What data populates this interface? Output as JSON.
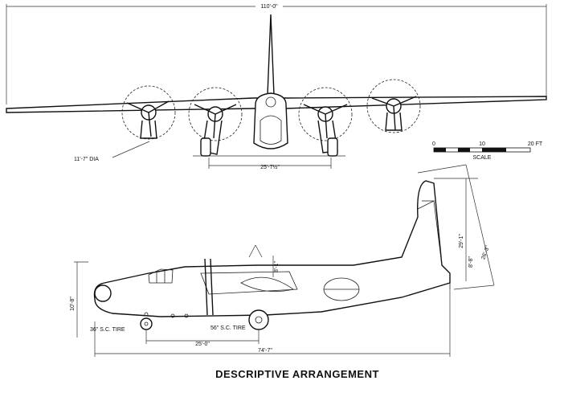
{
  "title": "DESCRIPTIVE ARRANGEMENT",
  "front_view": {
    "wingspan": "110'-0\"",
    "prop_diameter": "11'-7\" DIA",
    "tread": "25'-7½\""
  },
  "scale": {
    "label": "SCALE",
    "ticks": [
      "0",
      "10",
      "20 FT"
    ]
  },
  "side_view": {
    "overall_length": "74'-7\"",
    "wheel_base": "25'-0\"",
    "nose_tire": "36\" S.C. TIRE",
    "main_tire": "56\" S.C. TIRE",
    "tail_height": "29'-1\"",
    "overall_height": "26'-3\"",
    "fuselage_height": "10'-8\"",
    "tail_small": "8'-8\"",
    "wing_dim": "8'-1\""
  }
}
